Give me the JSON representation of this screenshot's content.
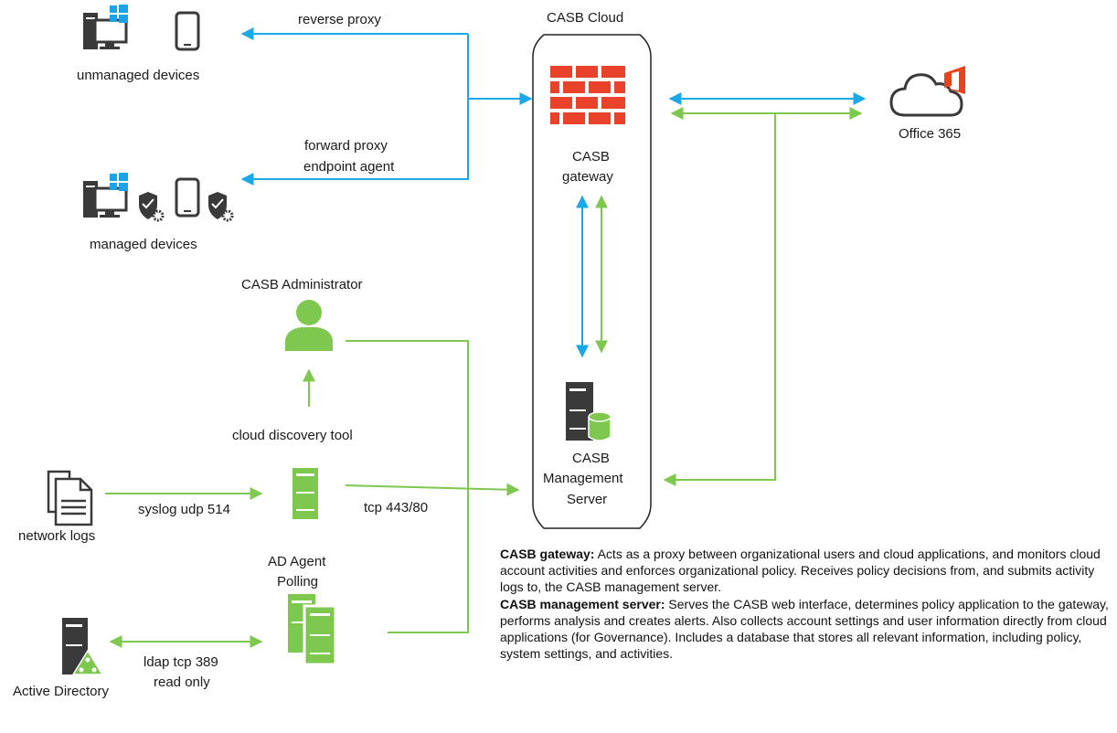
{
  "labels": {
    "reverse_proxy": "reverse proxy",
    "casb_cloud": "CASB Cloud",
    "unmanaged_devices": "unmanaged devices",
    "forward_proxy": "forward proxy",
    "endpoint_agent": "endpoint agent",
    "managed_devices": "managed devices",
    "casb_gateway_1": "CASB",
    "casb_gateway_2": "gateway",
    "office365": "Office 365",
    "casb_administrator": "CASB Administrator",
    "cloud_discovery_tool": "cloud discovery tool",
    "casb_mgmt_1": "CASB",
    "casb_mgmt_2": "Management",
    "casb_mgmt_3": "Server",
    "network_logs": "network logs",
    "syslog": "syslog udp 514",
    "tcp": "tcp 443/80",
    "ad_agent_1": "AD Agent",
    "ad_agent_2": "Polling",
    "active_directory": "Active Directory",
    "ldap_1": "ldap tcp 389",
    "ldap_2": "read only"
  },
  "description": {
    "gateway_title": "CASB gateway:",
    "gateway_text": " Acts as a proxy between organizational users and cloud applications, and monitors cloud account activities and enforces organizational policy. Receives policy decisions from, and submits activity logs to, the CASB management server.",
    "mgmt_title": "CASB management server:",
    "mgmt_text": " Serves the CASB web interface, determines policy application to the gateway, performs analysis and creates alerts. Also collects account settings and user information directly from cloud applications (for Governance). Includes a database that stores all relevant information, including policy, system settings, and activities."
  },
  "colors": {
    "blue": "#1aa8e8",
    "green": "#7ec850",
    "brick": "#e8422a",
    "icon_dark": "#3a3a3a",
    "windows_blue": "#1aa3e8",
    "office_orange": "#e8431a"
  },
  "icons": [
    "windows-desktop-icon",
    "mobile-phone-icon",
    "shield-gear-icon",
    "firewall-icon",
    "cloud-office-icon",
    "person-icon",
    "server-icon",
    "database-icon",
    "document-icon",
    "active-directory-icon"
  ]
}
